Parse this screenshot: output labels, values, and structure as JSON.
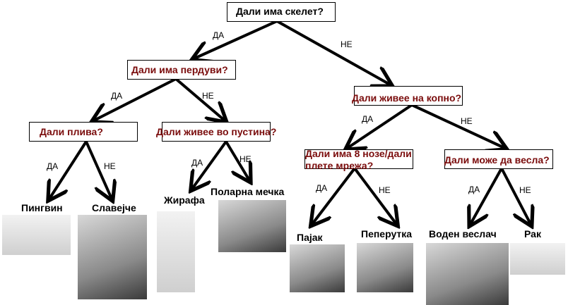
{
  "questions": {
    "skeleton": "Дали има скелет?",
    "feathers": "Дали има пердуви?",
    "swims": "Дали плива?",
    "desert": "Дали живее во пустина?",
    "land": "Дали живее на копно?",
    "legs_line1": "Дали има 8 нозе/дали",
    "legs_line2": "плете мрежа?",
    "row": "Дали може да весла?"
  },
  "yes": "ДА",
  "no": "НЕ",
  "leaves": {
    "penguin": "Пингвин",
    "nightingale": "Славејче",
    "giraffe": "Жирафа",
    "polar_bear": "Поларна мечка",
    "spider": "Пајак",
    "butterfly": "Пеперутка",
    "water_boatman": "Воден веслач",
    "crayfish": "Рак"
  }
}
